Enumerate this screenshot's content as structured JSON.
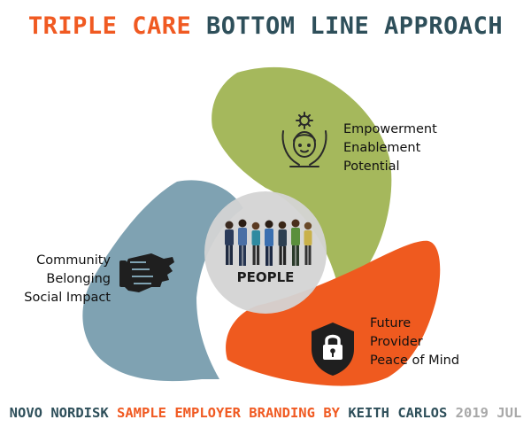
{
  "title": {
    "part1": "TRIPLE CARE",
    "part2": "BOTTOM LINE APPROACH"
  },
  "colors": {
    "orange": "#f05a22",
    "teal": "#2e4f5a",
    "green": "#a5b85c",
    "blue": "#7fa2b2",
    "red": "#ef5a1f",
    "circle": "#d4d4d4",
    "gray": "#a8a8a8"
  },
  "center": {
    "label": "PEOPLE"
  },
  "petals": {
    "green": {
      "lines": [
        "Empowerment",
        "Enablement",
        "Potential"
      ],
      "icon": "person-gear-icon"
    },
    "blue": {
      "lines": [
        "Community",
        "Belonging",
        "Social Impact"
      ],
      "icon": "handshake-icon"
    },
    "orange": {
      "lines": [
        "Future",
        "Provider",
        "Peace of Mind"
      ],
      "icon": "lock-shield-icon"
    }
  },
  "footer": {
    "part1": "NOVO NORDISK",
    "part2": "SAMPLE EMPLOYER BRANDING",
    "part3": "BY",
    "part4": "KEITH CARLOS",
    "part5": "2019 JUL"
  }
}
